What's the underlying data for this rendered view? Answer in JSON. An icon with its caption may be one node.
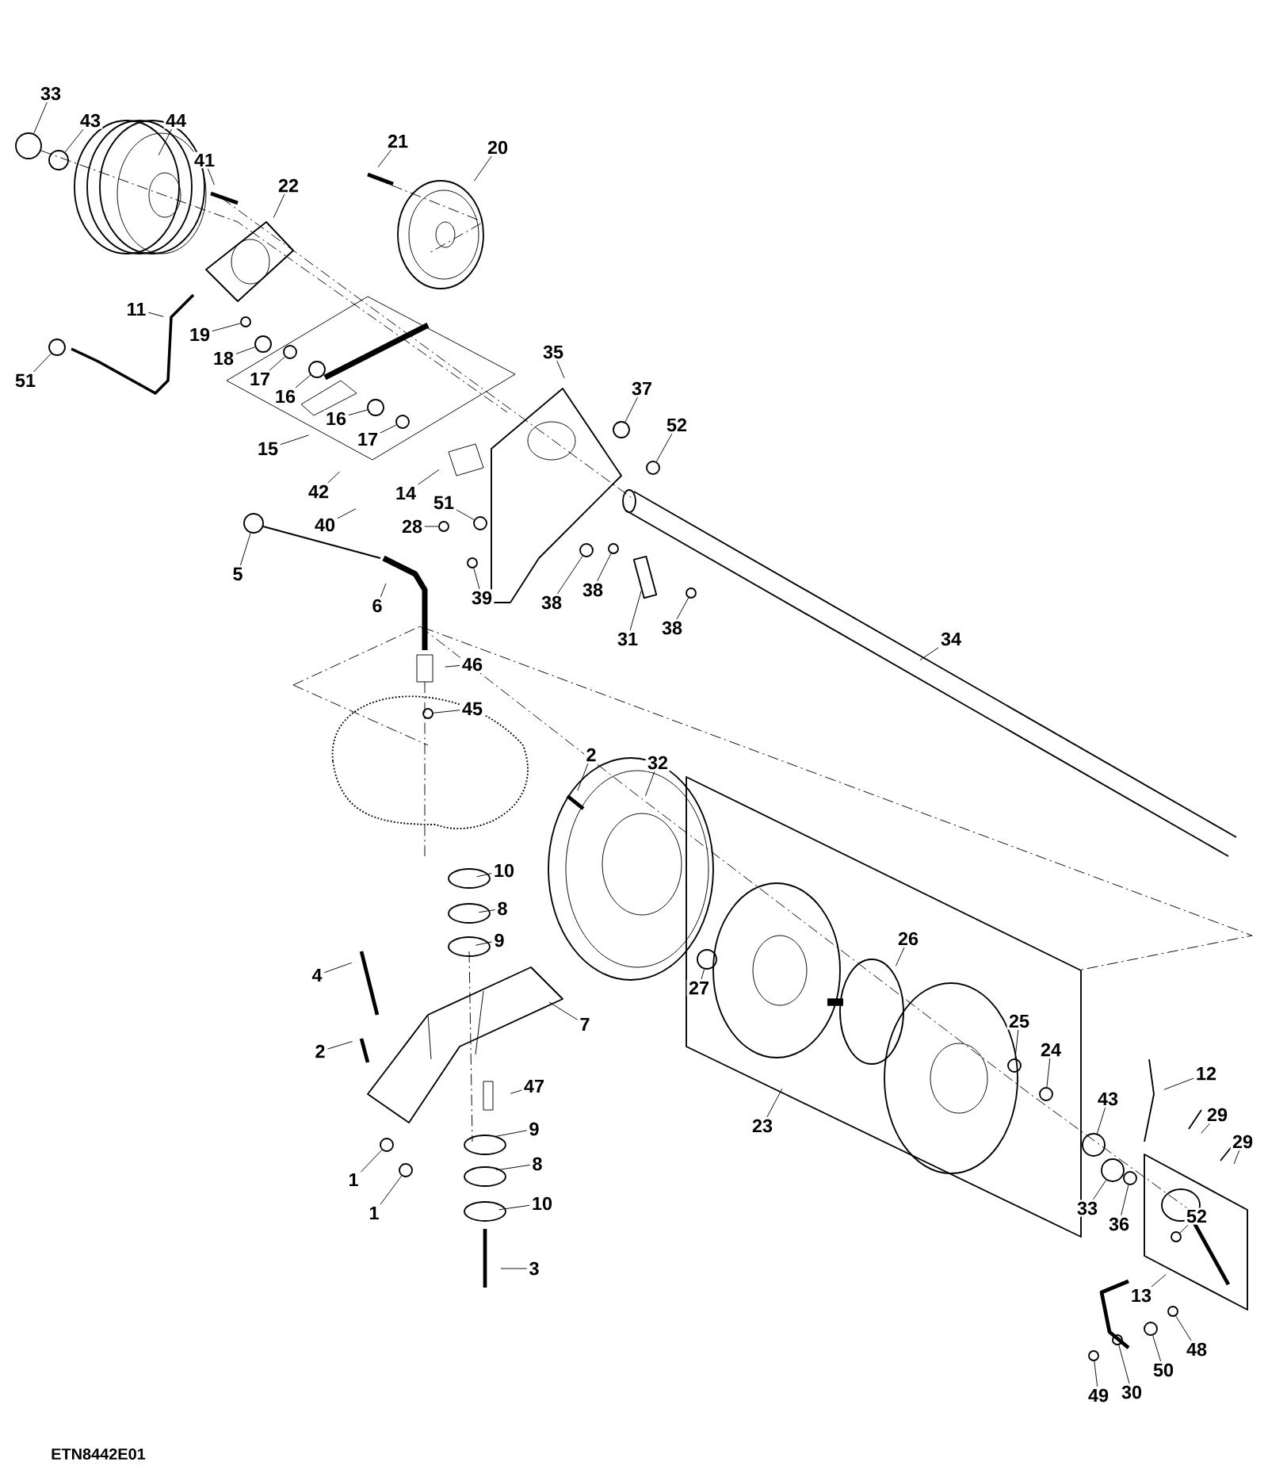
{
  "diagram": {
    "nodes": [
      {
        "text": [
          "33"
        ]
      },
      {
        "text": [
          "43"
        ]
      },
      {
        "text": [
          "44"
        ]
      },
      {
        "text": [
          "41"
        ]
      },
      {
        "text": [
          "22"
        ]
      },
      {
        "text": [
          "21"
        ]
      },
      {
        "text": [
          "20"
        ]
      },
      {
        "text": [
          "11"
        ]
      },
      {
        "text": [
          "19"
        ]
      },
      {
        "text": [
          "18"
        ]
      },
      {
        "text": [
          "51"
        ]
      },
      {
        "text": [
          "17"
        ]
      },
      {
        "text": [
          "16"
        ]
      },
      {
        "text": [
          "16"
        ]
      },
      {
        "text": [
          "17"
        ]
      },
      {
        "text": [
          "15"
        ]
      },
      {
        "text": [
          "35"
        ]
      },
      {
        "text": [
          "37"
        ]
      },
      {
        "text": [
          "52"
        ]
      },
      {
        "text": [
          "42"
        ]
      },
      {
        "text": [
          "14"
        ]
      },
      {
        "text": [
          "51"
        ]
      },
      {
        "text": [
          "40"
        ]
      },
      {
        "text": [
          "28"
        ]
      },
      {
        "text": [
          "5"
        ]
      },
      {
        "text": [
          "6"
        ]
      },
      {
        "text": [
          "39"
        ]
      },
      {
        "text": [
          "38"
        ]
      },
      {
        "text": [
          "38"
        ]
      },
      {
        "text": [
          "38"
        ]
      },
      {
        "text": [
          "31"
        ]
      },
      {
        "text": [
          "34"
        ]
      },
      {
        "text": [
          "46"
        ]
      },
      {
        "text": [
          "45"
        ]
      },
      {
        "text": [
          "2"
        ]
      },
      {
        "text": [
          "32"
        ]
      },
      {
        "text": [
          "10"
        ]
      },
      {
        "text": [
          "8"
        ]
      },
      {
        "text": [
          "9"
        ]
      },
      {
        "text": [
          "4"
        ]
      },
      {
        "text": [
          "27"
        ]
      },
      {
        "text": [
          "26"
        ]
      },
      {
        "text": [
          "7"
        ]
      },
      {
        "text": [
          "2"
        ]
      },
      {
        "text": [
          "25"
        ]
      },
      {
        "text": [
          "24"
        ]
      },
      {
        "text": [
          "12"
        ]
      },
      {
        "text": [
          "47"
        ]
      },
      {
        "text": [
          "29"
        ]
      },
      {
        "text": [
          "29"
        ]
      },
      {
        "text": [
          "43"
        ]
      },
      {
        "text": [
          "23"
        ]
      },
      {
        "text": [
          "9"
        ]
      },
      {
        "text": [
          "1"
        ]
      },
      {
        "text": [
          "8"
        ]
      },
      {
        "text": [
          "33"
        ]
      },
      {
        "text": [
          "36"
        ]
      },
      {
        "text": [
          "1"
        ]
      },
      {
        "text": [
          "10"
        ]
      },
      {
        "text": [
          "52"
        ]
      },
      {
        "text": [
          "13"
        ]
      },
      {
        "text": [
          "3"
        ]
      },
      {
        "text": [
          "48"
        ]
      },
      {
        "text": [
          "50"
        ]
      },
      {
        "text": [
          "30"
        ]
      },
      {
        "text": [
          "49"
        ]
      },
      {
        "text": [],
        "shape": "circle"
      },
      {
        "text": [],
        "shape": "circle"
      },
      {
        "text": [],
        "shape": "circle"
      },
      {
        "text": [],
        "shape": "circle"
      },
      {
        "text": [],
        "shape": "circle"
      },
      {
        "text": [],
        "shape": "circle"
      },
      {
        "text": [],
        "shape": "circle"
      },
      {
        "text": [],
        "shape": "circle"
      },
      {
        "text": [],
        "shape": "circle"
      },
      {
        "text": [],
        "shape": "circle"
      },
      {
        "text": [],
        "shape": "circle"
      },
      {
        "text": [],
        "shape": "circle"
      },
      {
        "text": [],
        "shape": "circle"
      },
      {
        "text": [],
        "shape": "circle"
      },
      {
        "text": [],
        "shape": "circle"
      },
      {
        "text": [],
        "shape": "circle"
      },
      {
        "text": [],
        "shape": "circle"
      },
      {
        "text": [],
        "shape": "circle"
      },
      {
        "text": [],
        "shape": "box"
      },
      {
        "text": [],
        "shape": "circle"
      },
      {
        "text": [],
        "shape": "circle"
      },
      {
        "text": [],
        "shape": "circle"
      },
      {
        "text": [],
        "shape": "circle"
      },
      {
        "text": [],
        "shape": "circle"
      },
      {
        "text": [],
        "shape": "circle"
      },
      {
        "text": [],
        "shape": "circle"
      },
      {
        "text": [],
        "shape": "circle"
      },
      {
        "text": [],
        "shape": "circle"
      },
      {
        "text": [],
        "shape": "circle"
      },
      {
        "text": [],
        "shape": "circle"
      },
      {
        "text": [],
        "shape": "circle"
      },
      {
        "text": [],
        "shape": "circle"
      },
      {
        "text": [],
        "shape": "circle"
      }
    ],
    "edges": [
      {
        "from": 0,
        "to": 66,
        "arrow": "none"
      },
      {
        "from": 1,
        "to": 67,
        "arrow": "none"
      },
      {
        "from": 2,
        "to": null,
        "arrow": "none"
      },
      {
        "from": 3,
        "to": null,
        "arrow": "none"
      },
      {
        "from": 4,
        "to": null,
        "arrow": "none"
      },
      {
        "from": 5,
        "to": null,
        "arrow": "none"
      },
      {
        "from": 6,
        "to": null,
        "arrow": "none"
      },
      {
        "from": 7,
        "to": null,
        "arrow": "none"
      },
      {
        "from": 8,
        "to": 68,
        "arrow": "none"
      },
      {
        "from": 9,
        "to": 69,
        "arrow": "none"
      },
      {
        "from": 10,
        "to": 70,
        "arrow": "none"
      },
      {
        "from": 11,
        "to": 71,
        "arrow": "none"
      },
      {
        "from": 12,
        "to": 72,
        "arrow": "none"
      },
      {
        "from": 13,
        "to": 73,
        "arrow": "none"
      },
      {
        "from": 14,
        "to": 74,
        "arrow": "none"
      },
      {
        "from": 15,
        "to": null,
        "arrow": "none"
      },
      {
        "from": 16,
        "to": null,
        "arrow": "none"
      },
      {
        "from": 17,
        "to": 75,
        "arrow": "none"
      },
      {
        "from": 18,
        "to": 76,
        "arrow": "none"
      },
      {
        "from": 19,
        "to": null,
        "arrow": "none"
      },
      {
        "from": 20,
        "to": null,
        "arrow": "none"
      },
      {
        "from": 21,
        "to": 77,
        "arrow": "none"
      },
      {
        "from": 22,
        "to": null,
        "arrow": "none"
      },
      {
        "from": 23,
        "to": 78,
        "arrow": "none"
      },
      {
        "from": 24,
        "to": 79,
        "arrow": "none"
      },
      {
        "from": 25,
        "to": null,
        "arrow": "none"
      },
      {
        "from": 26,
        "to": 80,
        "arrow": "none"
      },
      {
        "from": 27,
        "to": 81,
        "arrow": "none"
      },
      {
        "from": 28,
        "to": 82,
        "arrow": "none"
      },
      {
        "from": 29,
        "to": 83,
        "arrow": "none"
      },
      {
        "from": 30,
        "to": 84,
        "arrow": "none"
      },
      {
        "from": 31,
        "to": null,
        "arrow": "none"
      },
      {
        "from": 32,
        "to": null,
        "arrow": "none"
      },
      {
        "from": 33,
        "to": 85,
        "arrow": "none"
      },
      {
        "from": 34,
        "to": null,
        "arrow": "none"
      },
      {
        "from": 35,
        "to": null,
        "arrow": "none"
      },
      {
        "from": 36,
        "to": null,
        "arrow": "none"
      },
      {
        "from": 37,
        "to": null,
        "arrow": "none"
      },
      {
        "from": 38,
        "to": null,
        "arrow": "none"
      },
      {
        "from": 39,
        "to": null,
        "arrow": "none"
      },
      {
        "from": 40,
        "to": 86,
        "arrow": "none"
      },
      {
        "from": 41,
        "to": null,
        "arrow": "none"
      },
      {
        "from": 42,
        "to": null,
        "arrow": "none"
      },
      {
        "from": 43,
        "to": null,
        "arrow": "none"
      },
      {
        "from": 44,
        "to": 87,
        "arrow": "none"
      },
      {
        "from": 45,
        "to": 88,
        "arrow": "none"
      },
      {
        "from": 46,
        "to": null,
        "arrow": "none"
      },
      {
        "from": 47,
        "to": null,
        "arrow": "none"
      },
      {
        "from": 48,
        "to": null,
        "arrow": "none"
      },
      {
        "from": 49,
        "to": null,
        "arrow": "none"
      },
      {
        "from": 50,
        "to": 89,
        "arrow": "none"
      },
      {
        "from": 51,
        "to": null,
        "arrow": "none"
      },
      {
        "from": 52,
        "to": null,
        "arrow": "none"
      },
      {
        "from": 53,
        "to": 90,
        "arrow": "none"
      },
      {
        "from": 54,
        "to": null,
        "arrow": "none"
      },
      {
        "from": 55,
        "to": 91,
        "arrow": "none"
      },
      {
        "from": 56,
        "to": 92,
        "arrow": "none"
      },
      {
        "from": 57,
        "to": 93,
        "arrow": "none"
      },
      {
        "from": 58,
        "to": null,
        "arrow": "none"
      },
      {
        "from": 59,
        "to": 94,
        "arrow": "none"
      },
      {
        "from": 60,
        "to": null,
        "arrow": "none"
      },
      {
        "from": 61,
        "to": null,
        "arrow": "none"
      },
      {
        "from": 62,
        "to": 95,
        "arrow": "none"
      },
      {
        "from": 63,
        "to": 96,
        "arrow": "none"
      },
      {
        "from": 64,
        "to": 97,
        "arrow": "none"
      },
      {
        "from": 65,
        "to": 98,
        "arrow": "none"
      }
    ],
    "labels": [
      "ETN8442E01"
    ]
  }
}
